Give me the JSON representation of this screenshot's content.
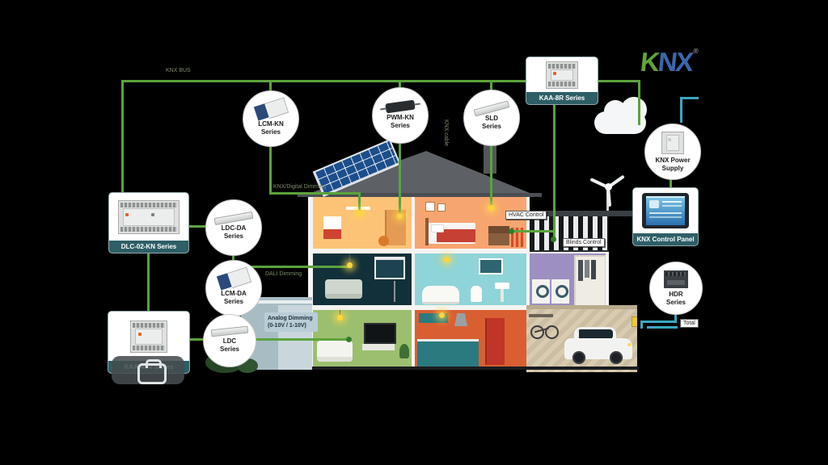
{
  "logo": {
    "knx": "KNX",
    "reg": "®"
  },
  "bus": {
    "label": "KNX BUS",
    "cable_label": "KNX cable"
  },
  "circles": [
    {
      "line1": "LCM-KN",
      "line2": "Series"
    },
    {
      "line1": "PWM-KN",
      "line2": "Series"
    },
    {
      "line1": "SLD",
      "line2": "Series"
    },
    {
      "line1": "LDC-DA",
      "line2": "Series"
    },
    {
      "line1": "LCM-DA",
      "line2": "Series"
    },
    {
      "line1": "LDC",
      "line2": "Series"
    },
    {
      "line1": "KNX Power",
      "line2": "Supply"
    },
    {
      "line1": "HDR",
      "line2": "Series"
    }
  ],
  "boxes": [
    {
      "label": "KAA-8R Series"
    },
    {
      "label": "DLC-02-KN Series"
    },
    {
      "label": "KAA-4R4 Series"
    },
    {
      "label": "KNX Control Panel"
    }
  ],
  "tags": {
    "knx_digital_dimming": "KNX/Digital Dimming",
    "dali_dimming": "DALI Dimming",
    "analog_dimming_line1": "Analog Dimming",
    "analog_dimming_line2": "(0-10V / 1-10V)",
    "hvac_control": "HVAC Control",
    "blinds_control": "Blinds Control",
    "total_label": "Total"
  },
  "colors": {
    "bus_green": "#5ba33c",
    "signal_teal": "#3aa8c0",
    "node_teal": "#2e5e66",
    "logo_green": "#61a33d",
    "logo_blue": "#3a67ad"
  }
}
